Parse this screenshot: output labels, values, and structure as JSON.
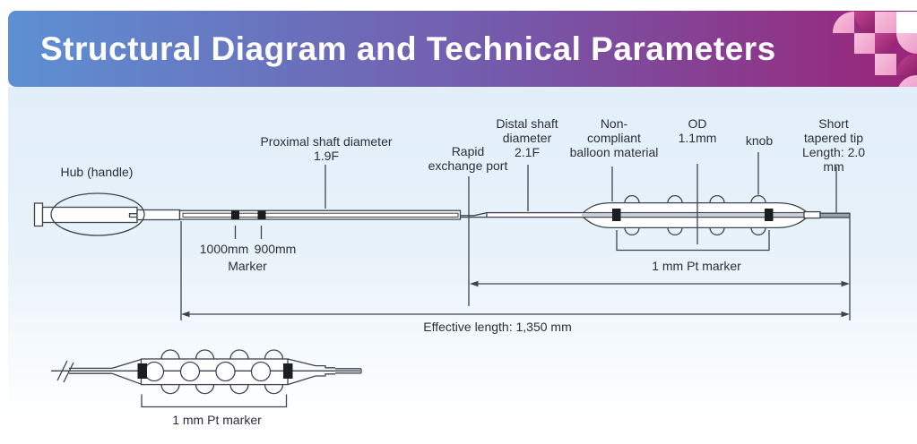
{
  "header": {
    "title": "Structural Diagram and Technical Parameters"
  },
  "colors": {
    "header_gradient_left": "#5d90d3",
    "header_gradient_mid": "#7559ab",
    "header_gradient_right": "#9a2478",
    "panel_top": "#e2eef9",
    "panel_bottom": "#ffffff",
    "line": "#3d4450",
    "marker_black": "#1a1d22",
    "tip_gray": "#9aa3ac",
    "lumen_gray": "#c7ced6",
    "text": "#2b2f38",
    "mosaic_pink": "#f2abd1",
    "mosaic_dark": "#9c2374",
    "mosaic_white": "#ffffff"
  },
  "diagram": {
    "labels": {
      "hub": "Hub (handle)",
      "proximal_shaft": "Proximal shaft diameter\n1.9F",
      "rapid_exchange_port": "Rapid\nexchange port",
      "distal_shaft": "Distal shaft\ndiameter\n2.1F",
      "balloon_material": "Non-\ncompliant\nballoon material",
      "od": "OD\n1.1mm",
      "knob": "knob",
      "short_tapered_tip": "Short\ntapered tip\nLength: 2.0 mm",
      "marker_1000mm": "1000mm",
      "marker_900mm": "900mm",
      "marker_word": "Marker",
      "pt_marker": "1 mm Pt marker",
      "effective_length": "Effective length: 1,350 mm"
    },
    "detail_view": {
      "pt_marker": "1 mm Pt marker"
    }
  }
}
